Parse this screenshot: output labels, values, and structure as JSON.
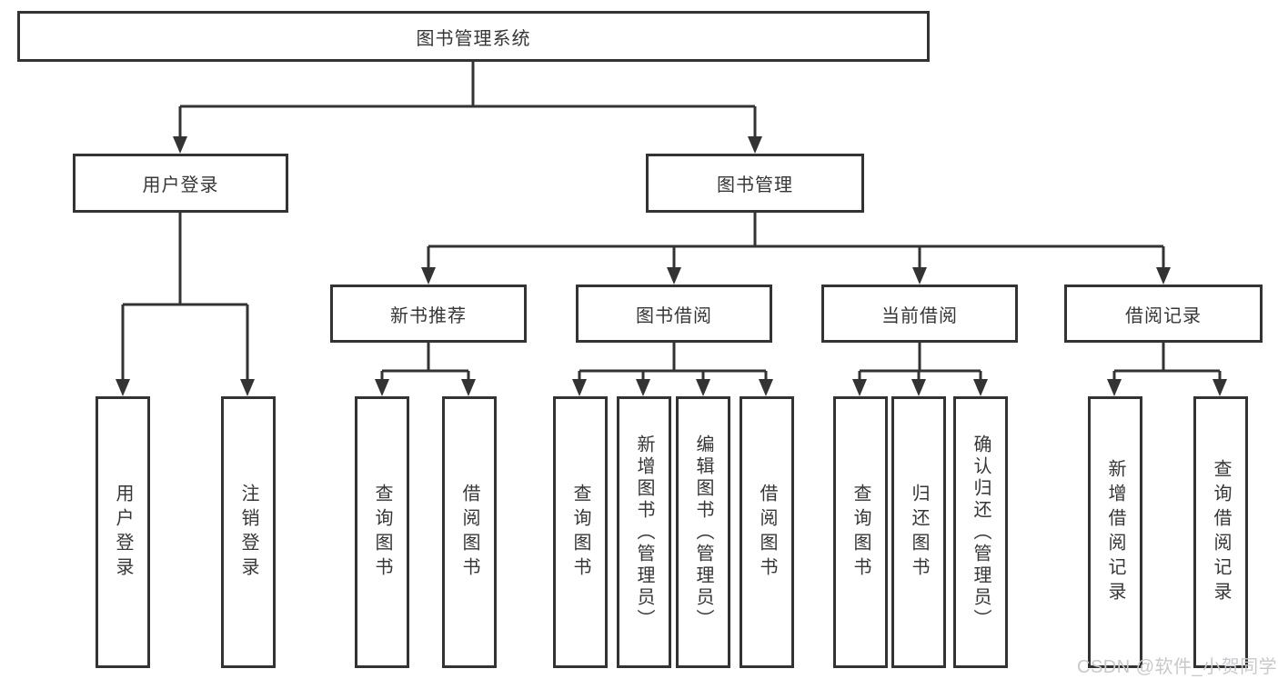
{
  "colors": {
    "line": "#333333",
    "text": "#363636",
    "background": "#ffffff",
    "watermark": "#c9c9cd"
  },
  "watermark": {
    "text": "CSDN @软件_小贺同学"
  },
  "tree": {
    "root": {
      "label": "图书管理系统",
      "children": [
        {
          "label": "用户登录",
          "children": [
            {
              "label": "用户登录"
            },
            {
              "label": "注销登录"
            }
          ]
        },
        {
          "label": "图书管理",
          "children": [
            {
              "label": "新书推荐",
              "children": [
                {
                  "label": "查询图书"
                },
                {
                  "label": "借阅图书"
                }
              ]
            },
            {
              "label": "图书借阅",
              "children": [
                {
                  "label": "查询图书"
                },
                {
                  "label": "新增图书（管理员）"
                },
                {
                  "label": "编辑图书（管理员）"
                },
                {
                  "label": "借阅图书"
                }
              ]
            },
            {
              "label": "当前借阅",
              "children": [
                {
                  "label": "查询图书"
                },
                {
                  "label": "归还图书"
                },
                {
                  "label": "确认归还（管理员）"
                }
              ]
            },
            {
              "label": "借阅记录",
              "children": [
                {
                  "label": "新增借阅记录"
                },
                {
                  "label": "查询借阅记录"
                }
              ]
            }
          ]
        }
      ]
    }
  }
}
